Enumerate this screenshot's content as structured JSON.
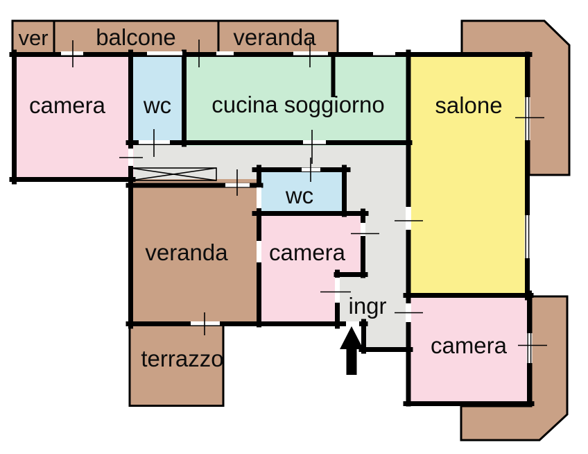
{
  "plan_title": "apartment floor plan",
  "colors": {
    "wall": "#000000",
    "outdoor_tan": "#c9a186",
    "room_pink": "#fad9e3",
    "room_blue": "#c8e6f2",
    "room_green": "#c9ecd4",
    "room_yellow": "#fbf08d",
    "corridor_gray": "#e4e4e1",
    "background": "#ffffff",
    "label_ink": "#0d0d0d"
  },
  "rooms": {
    "ver_strip": {
      "label": "ver"
    },
    "balcone": {
      "label": "balcone"
    },
    "veranda_top": {
      "label": "veranda"
    },
    "camera_tl": {
      "label": "camera"
    },
    "wc_top": {
      "label": "wc"
    },
    "cucina_soggiorno": {
      "label": "cucina soggiorno"
    },
    "salone": {
      "label": "salone"
    },
    "veranda_mid": {
      "label": "veranda"
    },
    "wc_mid": {
      "label": "wc"
    },
    "camera_mid": {
      "label": "camera"
    },
    "ingresso": {
      "label": "ingr"
    },
    "camera_br": {
      "label": "camera"
    },
    "terrazzo": {
      "label": "terrazzo"
    }
  }
}
